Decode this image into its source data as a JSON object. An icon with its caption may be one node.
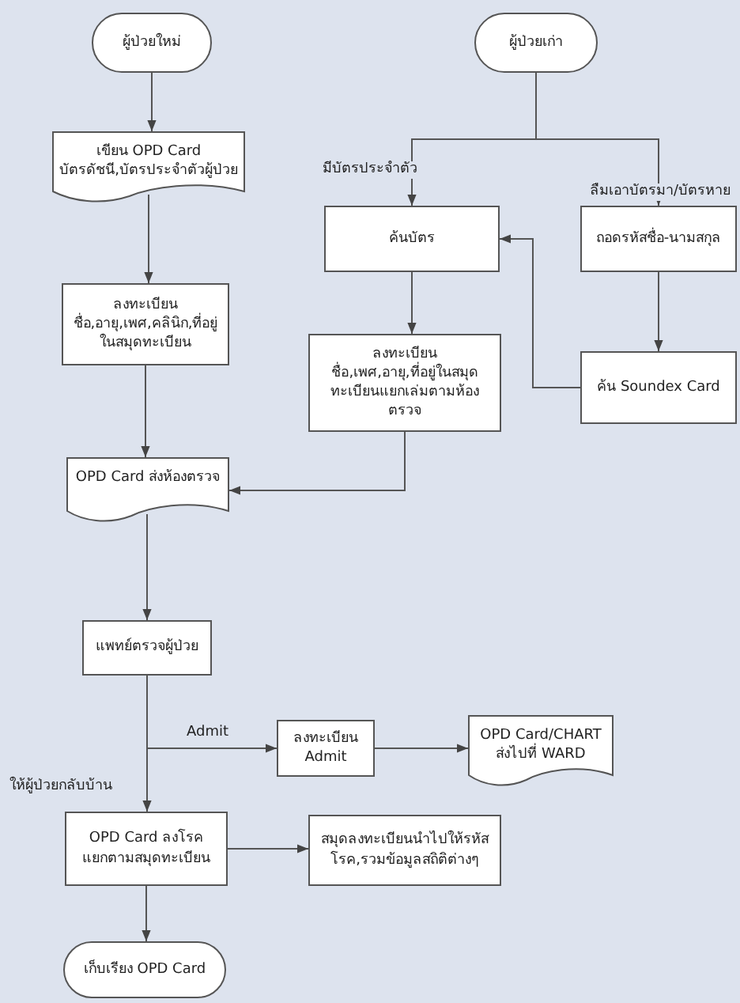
{
  "diagram": {
    "nodes": [
      {
        "text": [
          "ผู้ป่วยใหม่"
        ]
      },
      {
        "text": [
          "เขียน OPD Card",
          "บัตรดัชนี,บัตรประจำตัวผู้ป่วย"
        ]
      },
      {
        "text": [
          "ลงทะเบียน",
          "ชื่อ,อายุ,เพศ,คลินิก,ที่อยู่ ในสมุดทะเบียน"
        ]
      },
      {
        "text": [
          "ผู้ป่วยเก่า"
        ]
      },
      {
        "text": [
          "ค้นบัตร"
        ]
      },
      {
        "text": [
          "ถอดรหัสชื่อ-นามสกุล"
        ]
      },
      {
        "text": [
          "ลงทะเบียน",
          "ชื่อ,เพศ,อายุ,ที่อยู่ในสมุด ทะเบียนแยกเล่มตามห้องตรวจ"
        ]
      },
      {
        "text": [
          "ค้น Soundex Card"
        ]
      },
      {
        "text": [
          "OPD Card ส่งห้องตรวจ"
        ]
      },
      {
        "text": [
          "แพทย์ตรวจผู้ป่วย"
        ]
      },
      {
        "text": [
          "ลงทะเบียน",
          "Admit"
        ]
      },
      {
        "text": [
          "OPD Card/CHART",
          "ส่งไปที่ WARD"
        ]
      },
      {
        "text": [
          "OPD Card ลงโรค",
          "แยกตามสมุดทะเบียน"
        ]
      },
      {
        "text": [
          "สมุดลงทะเบียนนำไปให้รหัส โรค,รวมข้อมูลสถิติต่างๆ"
        ]
      },
      {
        "text": [
          "เก็บเรียง OPD Card"
        ]
      }
    ],
    "edges": [
      {
        "from": 0,
        "to": 1,
        "arrow": "to"
      },
      {
        "from": 1,
        "to": 2,
        "arrow": "to"
      },
      {
        "from": 2,
        "to": 8,
        "arrow": "to"
      },
      {
        "from": 3,
        "to": 4,
        "arrow": "to",
        "label": "มีบัตรประจำตัว"
      },
      {
        "from": 3,
        "to": 5,
        "arrow": "to",
        "label": "ลืมเอาบัตรมา/บัตรหาย"
      },
      {
        "from": 4,
        "to": 6,
        "arrow": "to"
      },
      {
        "from": 6,
        "to": 8,
        "arrow": "to"
      },
      {
        "from": 5,
        "to": 7,
        "arrow": "to"
      },
      {
        "from": 7,
        "to": 4,
        "arrow": "to"
      },
      {
        "from": 8,
        "to": 9,
        "arrow": "to"
      },
      {
        "from": 9,
        "to": 10,
        "arrow": "to",
        "label": "Admit"
      },
      {
        "from": 9,
        "to": 12,
        "arrow": "to",
        "label": "ให้ผู้ป่วยกลับบ้าน"
      },
      {
        "from": 10,
        "to": 11,
        "arrow": "to"
      },
      {
        "from": 12,
        "to": 13,
        "arrow": "to"
      },
      {
        "from": 12,
        "to": 14,
        "arrow": "to"
      }
    ]
  }
}
